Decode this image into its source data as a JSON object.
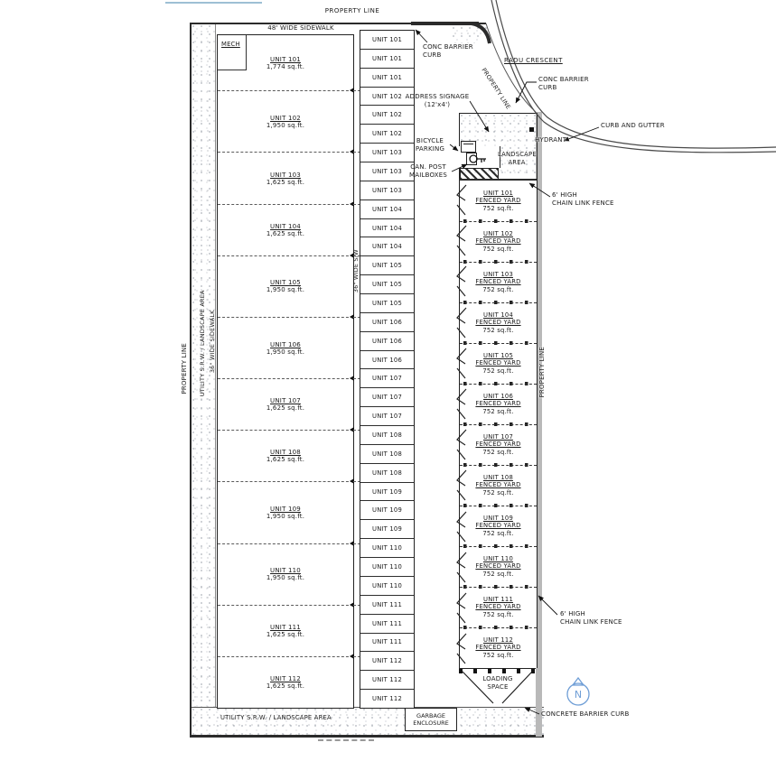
{
  "colors": {
    "ink": "#222222",
    "blue_accent": "#9dbfd4",
    "north_blue": "#6f9ed6",
    "gray_band": "#b9b9b9"
  },
  "top": {
    "property_line": "PROPERTY LINE",
    "sidewalk_48": "48' WIDE SIDEWALK"
  },
  "left_edge": {
    "property_line": "PROPERTY LINE",
    "utility_srw": "UTILITY S.R.W. / LANDSCAPE AREA",
    "sidewalk_36": "36\" WIDE SIDEWALK"
  },
  "aisle": {
    "sidewalk_label": "36\" WIDE S/W"
  },
  "building": {
    "mech_label": "MECH",
    "units": [
      {
        "name": "UNIT 101",
        "sqft": 1774,
        "area": "1,774 sq.ft."
      },
      {
        "name": "UNIT 102",
        "sqft": 1950,
        "area": "1,950 sq.ft."
      },
      {
        "name": "UNIT 103",
        "sqft": 1625,
        "area": "1,625 sq.ft."
      },
      {
        "name": "UNIT 104",
        "sqft": 1625,
        "area": "1,625 sq.ft."
      },
      {
        "name": "UNIT 105",
        "sqft": 1950,
        "area": "1,950 sq.ft."
      },
      {
        "name": "UNIT 106",
        "sqft": 1950,
        "area": "1,950 sq.ft."
      },
      {
        "name": "UNIT 107",
        "sqft": 1625,
        "area": "1,625 sq.ft."
      },
      {
        "name": "UNIT 108",
        "sqft": 1625,
        "area": "1,625 sq.ft."
      },
      {
        "name": "UNIT 109",
        "sqft": 1950,
        "area": "1,950 sq.ft."
      },
      {
        "name": "UNIT 110",
        "sqft": 1950,
        "area": "1,950 sq.ft."
      },
      {
        "name": "UNIT 111",
        "sqft": 1625,
        "area": "1,625 sq.ft."
      },
      {
        "name": "UNIT 112",
        "sqft": 1625,
        "area": "1,625 sq.ft."
      }
    ]
  },
  "parking_stalls": [
    "UNIT 101",
    "UNIT 101",
    "UNIT 101",
    "UNIT 102",
    "UNIT 102",
    "UNIT 102",
    "UNIT 103",
    "UNIT 103",
    "UNIT 103",
    "UNIT 104",
    "UNIT 104",
    "UNIT 104",
    "UNIT 105",
    "UNIT 105",
    "UNIT 105",
    "UNIT 106",
    "UNIT 106",
    "UNIT 106",
    "UNIT 107",
    "UNIT 107",
    "UNIT 107",
    "UNIT 108",
    "UNIT 108",
    "UNIT 108",
    "UNIT 109",
    "UNIT 109",
    "UNIT 109",
    "UNIT 110",
    "UNIT 110",
    "UNIT 110",
    "UNIT 111",
    "UNIT 111",
    "UNIT 111",
    "UNIT 112",
    "UNIT 112",
    "UNIT 112"
  ],
  "yards": [
    {
      "name": "UNIT 101",
      "type": "FENCED YARD",
      "area": "752 sq.ft."
    },
    {
      "name": "UNIT 102",
      "type": "FENCED YARD",
      "area": "752 sq.ft."
    },
    {
      "name": "UNIT 103",
      "type": "FENCED YARD",
      "area": "752 sq.ft."
    },
    {
      "name": "UNIT 104",
      "type": "FENCED YARD",
      "area": "752 sq.ft."
    },
    {
      "name": "UNIT 105",
      "type": "FENCED YARD",
      "area": "752 sq.ft."
    },
    {
      "name": "UNIT 106",
      "type": "FENCED YARD",
      "area": "752 sq.ft."
    },
    {
      "name": "UNIT 107",
      "type": "FENCED YARD",
      "area": "752 sq.ft."
    },
    {
      "name": "UNIT 108",
      "type": "FENCED YARD",
      "area": "752 sq.ft."
    },
    {
      "name": "UNIT 109",
      "type": "FENCED YARD",
      "area": "752 sq.ft."
    },
    {
      "name": "UNIT 110",
      "type": "FENCED YARD",
      "area": "752 sq.ft."
    },
    {
      "name": "UNIT 111",
      "type": "FENCED YARD",
      "area": "752 sq.ft."
    },
    {
      "name": "UNIT 112",
      "type": "FENCED YARD",
      "area": "752 sq.ft."
    }
  ],
  "road": {
    "name": "RADU CRESCENT",
    "property_line": "PROPERTY LINE"
  },
  "callouts": {
    "conc_barrier_curb_top": {
      "line1": "CONC BARRIER",
      "line2": "CURB"
    },
    "address_signage": {
      "line1": "ADDRESS SIGNAGE",
      "line2": "(12'x4')"
    },
    "bicycle_parking": {
      "line1": "BICYCLE",
      "line2": "PARKING"
    },
    "canada_post": {
      "line1": "CAN. POST",
      "line2": "MAILBOXES"
    },
    "conc_barrier_curb_road": {
      "line1": "CONC BARRIER",
      "line2": "CURB"
    },
    "curb_and_gutter": "CURB AND GUTTER",
    "hydrant": "HYDRANT",
    "landscape_area": {
      "line1": "LANDSCAPE",
      "line2": "AREA"
    },
    "chain_fence_top": {
      "line1": "6' HIGH",
      "line2": "CHAIN LINK FENCE"
    },
    "chain_fence_bottom": {
      "line1": "6' HIGH",
      "line2": "CHAIN LINK FENCE"
    },
    "property_line_right": "PROPERTY LINE",
    "loading_space": {
      "line1": "LOADING",
      "line2": "SPACE"
    },
    "concrete_barrier_curb": "CONCRETE BARRIER CURB",
    "garbage": {
      "line1": "GARBAGE",
      "line2": "ENCLOSURE"
    },
    "utility_bottom": "UTILITY S.R.W. / LANDSCAPE AREA",
    "north": "N"
  }
}
